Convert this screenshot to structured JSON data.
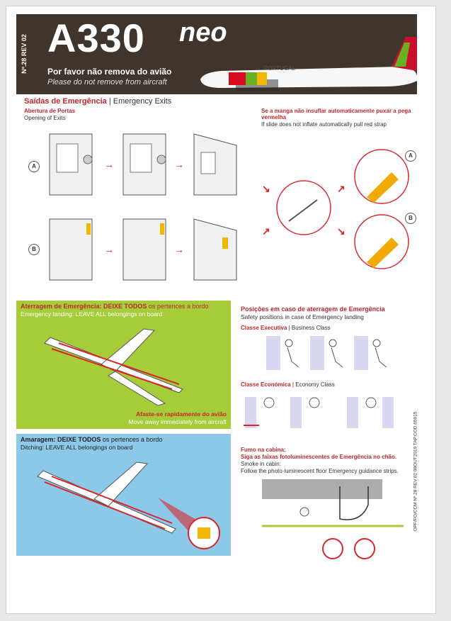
{
  "header": {
    "reference": "Nº.28 REV 02",
    "model": "A330",
    "model_suffix": "neo",
    "notice_pt": "Por favor não remova do avião",
    "notice_en": "Please do not remove from aircraft",
    "aircraft_livery": "PORTUGAL",
    "logo": "TAP"
  },
  "exits": {
    "title_pt": "Saídas de Emergência",
    "title_en": "Emergency Exits",
    "opening_pt": "Abertura de Portas",
    "opening_en": "Opening of Exits",
    "row_a": "A",
    "row_b": "B",
    "slide_pt": "Se a manga não insuflar automaticamente puxar a pega vermelha",
    "slide_en": "If slide does not inflate automatically pull red strap"
  },
  "landing": {
    "title_pt_bold": "Aterragem de Emergência: DEIXE TODOS",
    "title_pt_rest": "os pertences a bordo",
    "title_en": "Emergency landing: LEAVE ALL belongings on board",
    "move_pt": "Afaste-se rapidamente do avião",
    "move_en": "Move away immediately from aircraft"
  },
  "ditching": {
    "title_pt_bold": "Amaragem: DEIXE TODOS",
    "title_pt_rest": "os pertences a bordo",
    "title_en": "Ditching: LEAVE ALL belongings on board"
  },
  "positions": {
    "title_pt": "Posições em caso de aterragem de Emergência",
    "title_en": "Safety positions in case of Emergency landing",
    "business_pt": "Classe Executiva",
    "business_en": "Business Class",
    "economy_pt": "Classe Económica",
    "economy_en": "Economy Class"
  },
  "smoke": {
    "title_pt": "Fumo na cabina:",
    "line_pt": "Siga as faixas fotoluminescentes de Emergência no chão.",
    "title_en": "Smoke in cabin:",
    "line_en": "Follow the photo-luminescent floor Emergency guidance strips."
  },
  "footer_code": "OPF/FO/CCM Nº.28 REV.02 08OUT2019 TAP.COD.65915",
  "colors": {
    "header_bg": "#3f352c",
    "accent_red": "#c0282c",
    "landing_green": "#a6cc3a",
    "ditching_blue": "#8cc8e8"
  }
}
